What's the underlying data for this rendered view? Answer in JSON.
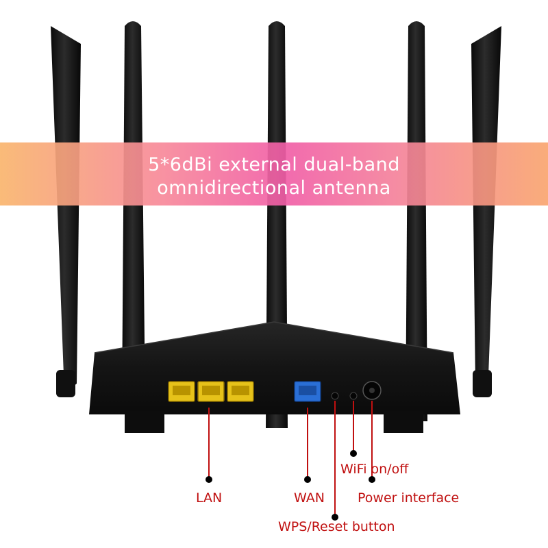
{
  "banner": {
    "line1": "5*6dBi external dual-band",
    "line2": "omnidirectional antenna"
  },
  "labels": {
    "lan": "LAN",
    "wan": "WAN",
    "wps": "WPS/Reset button",
    "wifi": "WiFi on/off",
    "power": "Power interface"
  },
  "colors": {
    "router_body": "#141414",
    "lan_port": "#e6c21a",
    "wan_port": "#2a6fd6",
    "label_text": "#c01010",
    "leader_line": "#c01010"
  }
}
